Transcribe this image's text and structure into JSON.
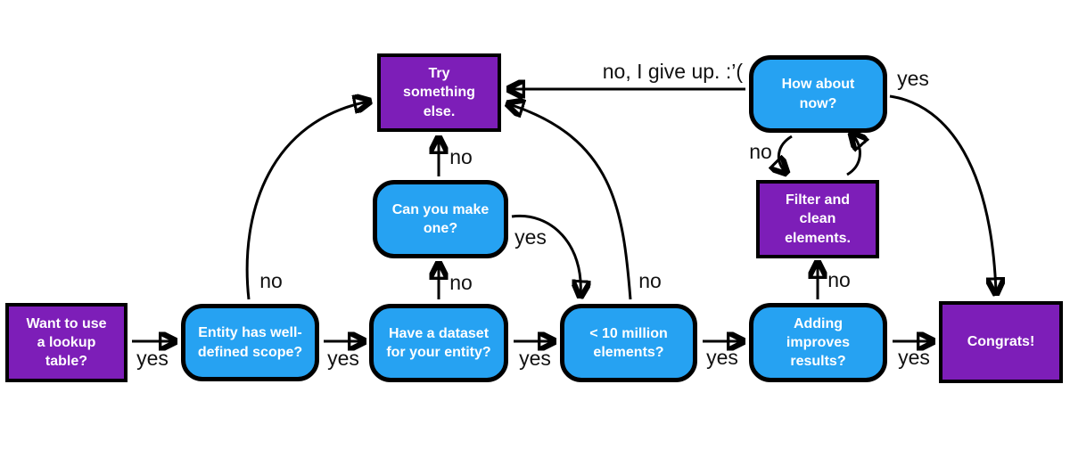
{
  "diagram": {
    "description": "Flowchart: deciding whether to use a lookup table",
    "colors": {
      "decision_box_fill": "#26a2f2",
      "terminal_box_fill": "#7d1eb8",
      "box_border": "#000000",
      "box_text": "#ffffff",
      "arrow": "#000000",
      "edge_label_text": "#111111",
      "background": "#ffffff"
    },
    "nodes": {
      "want_lookup": {
        "label": "Want to use\na lookup\ntable?",
        "type": "terminal"
      },
      "entity_scope": {
        "label": "Entity has well-\ndefined scope?",
        "type": "decision"
      },
      "have_dataset": {
        "label": "Have a dataset\nfor your entity?",
        "type": "decision"
      },
      "can_make_one": {
        "label": "Can you make\none?",
        "type": "decision"
      },
      "under_10m": {
        "label": "< 10 million\nelements?",
        "type": "decision"
      },
      "adding_improves": {
        "label": "Adding\nimproves\nresults?",
        "type": "decision"
      },
      "how_about_now": {
        "label": "How about\nnow?",
        "type": "decision"
      },
      "try_something_else": {
        "label": "Try\nsomething\nelse.",
        "type": "terminal"
      },
      "filter_clean": {
        "label": "Filter and\nclean\nelements.",
        "type": "terminal"
      },
      "congrats": {
        "label": "Congrats!",
        "type": "terminal"
      }
    },
    "edge_labels": {
      "want_to_entity_yes": "yes",
      "entity_to_dataset_yes": "yes",
      "entity_to_try_no": "no",
      "dataset_to_10m_yes": "yes",
      "dataset_to_canmake_no": "no",
      "canmake_to_try_no": "no",
      "canmake_to_10m_yes": "yes",
      "10m_to_adding_yes": "yes",
      "10m_to_try_no": "no",
      "adding_to_congrats_yes": "yes",
      "adding_to_filter_no": "no",
      "hownow_to_filter_no": "no",
      "hownow_to_congrats_yes": "yes",
      "hownow_to_try_give_up": "no, I give up. :’("
    }
  }
}
